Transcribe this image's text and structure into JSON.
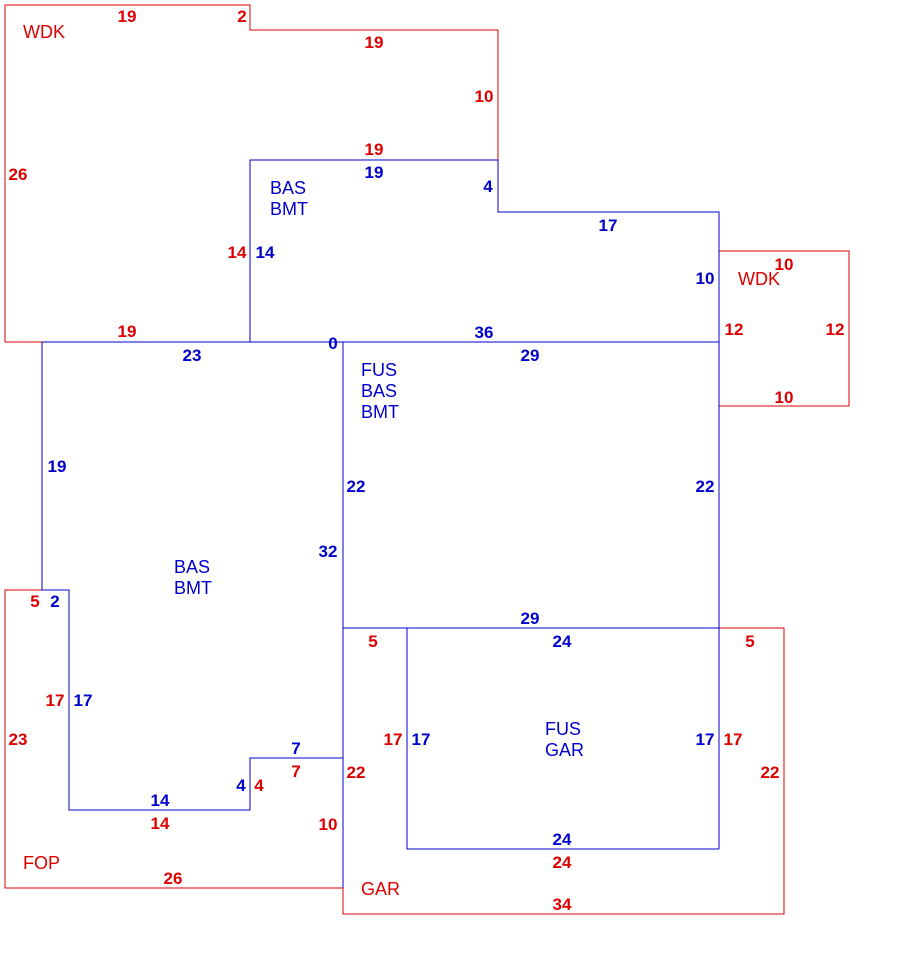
{
  "colors": {
    "red": "#dd0000",
    "blue": "#0000cc"
  },
  "areas": {
    "wdk_top": "WDK",
    "wdk_right": "WDK",
    "bas_bmt_upper": [
      "BAS",
      "BMT"
    ],
    "fus_bas_bmt": [
      "FUS",
      "BAS",
      "BMT"
    ],
    "bas_bmt_main": [
      "BAS",
      "BMT"
    ],
    "fus_gar": [
      "FUS",
      "GAR"
    ],
    "fop": "FOP",
    "gar": "GAR"
  },
  "dimensions": {
    "wdk_top_left_top": "19",
    "wdk_top_step": "2",
    "wdk_top_right_top": "19",
    "wdk_top_right_side": "10",
    "wdk_top_inner_top": "19",
    "wdk_top_left_side": "26",
    "wdk_top_inner_side": "14",
    "wdk_top_bottom": "19",
    "bas_upper_top": "19",
    "bas_upper_step": "4",
    "bas_upper_right_top": "17",
    "bas_upper_right_side": "10",
    "bas_upper_left_side": "14",
    "bas_upper_bottom_zero": "0",
    "bas_upper_bottom": "36",
    "wdk_right_top": "10",
    "wdk_right_left": "12",
    "wdk_right_right": "12",
    "wdk_right_bottom": "10",
    "fus_top": "29",
    "fus_left": "22",
    "fus_right": "22",
    "fus_bottom": "29",
    "bas_main_top": "23",
    "bas_main_left": "19",
    "bas_main_step": "2",
    "bas_main_right": "32",
    "bas_main_inner_left": "17",
    "bas_main_bottom": "14",
    "bas_main_step_up": "4",
    "bas_main_step_top": "7",
    "fop_step": "5",
    "fop_inner": "17",
    "fop_left": "23",
    "fop_inner_bottom": "14",
    "fop_step_up": "4",
    "fop_step_top": "7",
    "fop_right": "10",
    "fop_bottom": "26",
    "fus_gar_top": "24",
    "fus_gar_left": "17",
    "fus_gar_right": "17",
    "fus_gar_bottom": "24",
    "gar_top_left": "5",
    "gar_top_right": "5",
    "gar_inner_left": "17",
    "gar_inner_right": "17",
    "gar_left": "22",
    "gar_right": "22",
    "gar_inner_bottom": "24",
    "gar_bottom": "34"
  }
}
